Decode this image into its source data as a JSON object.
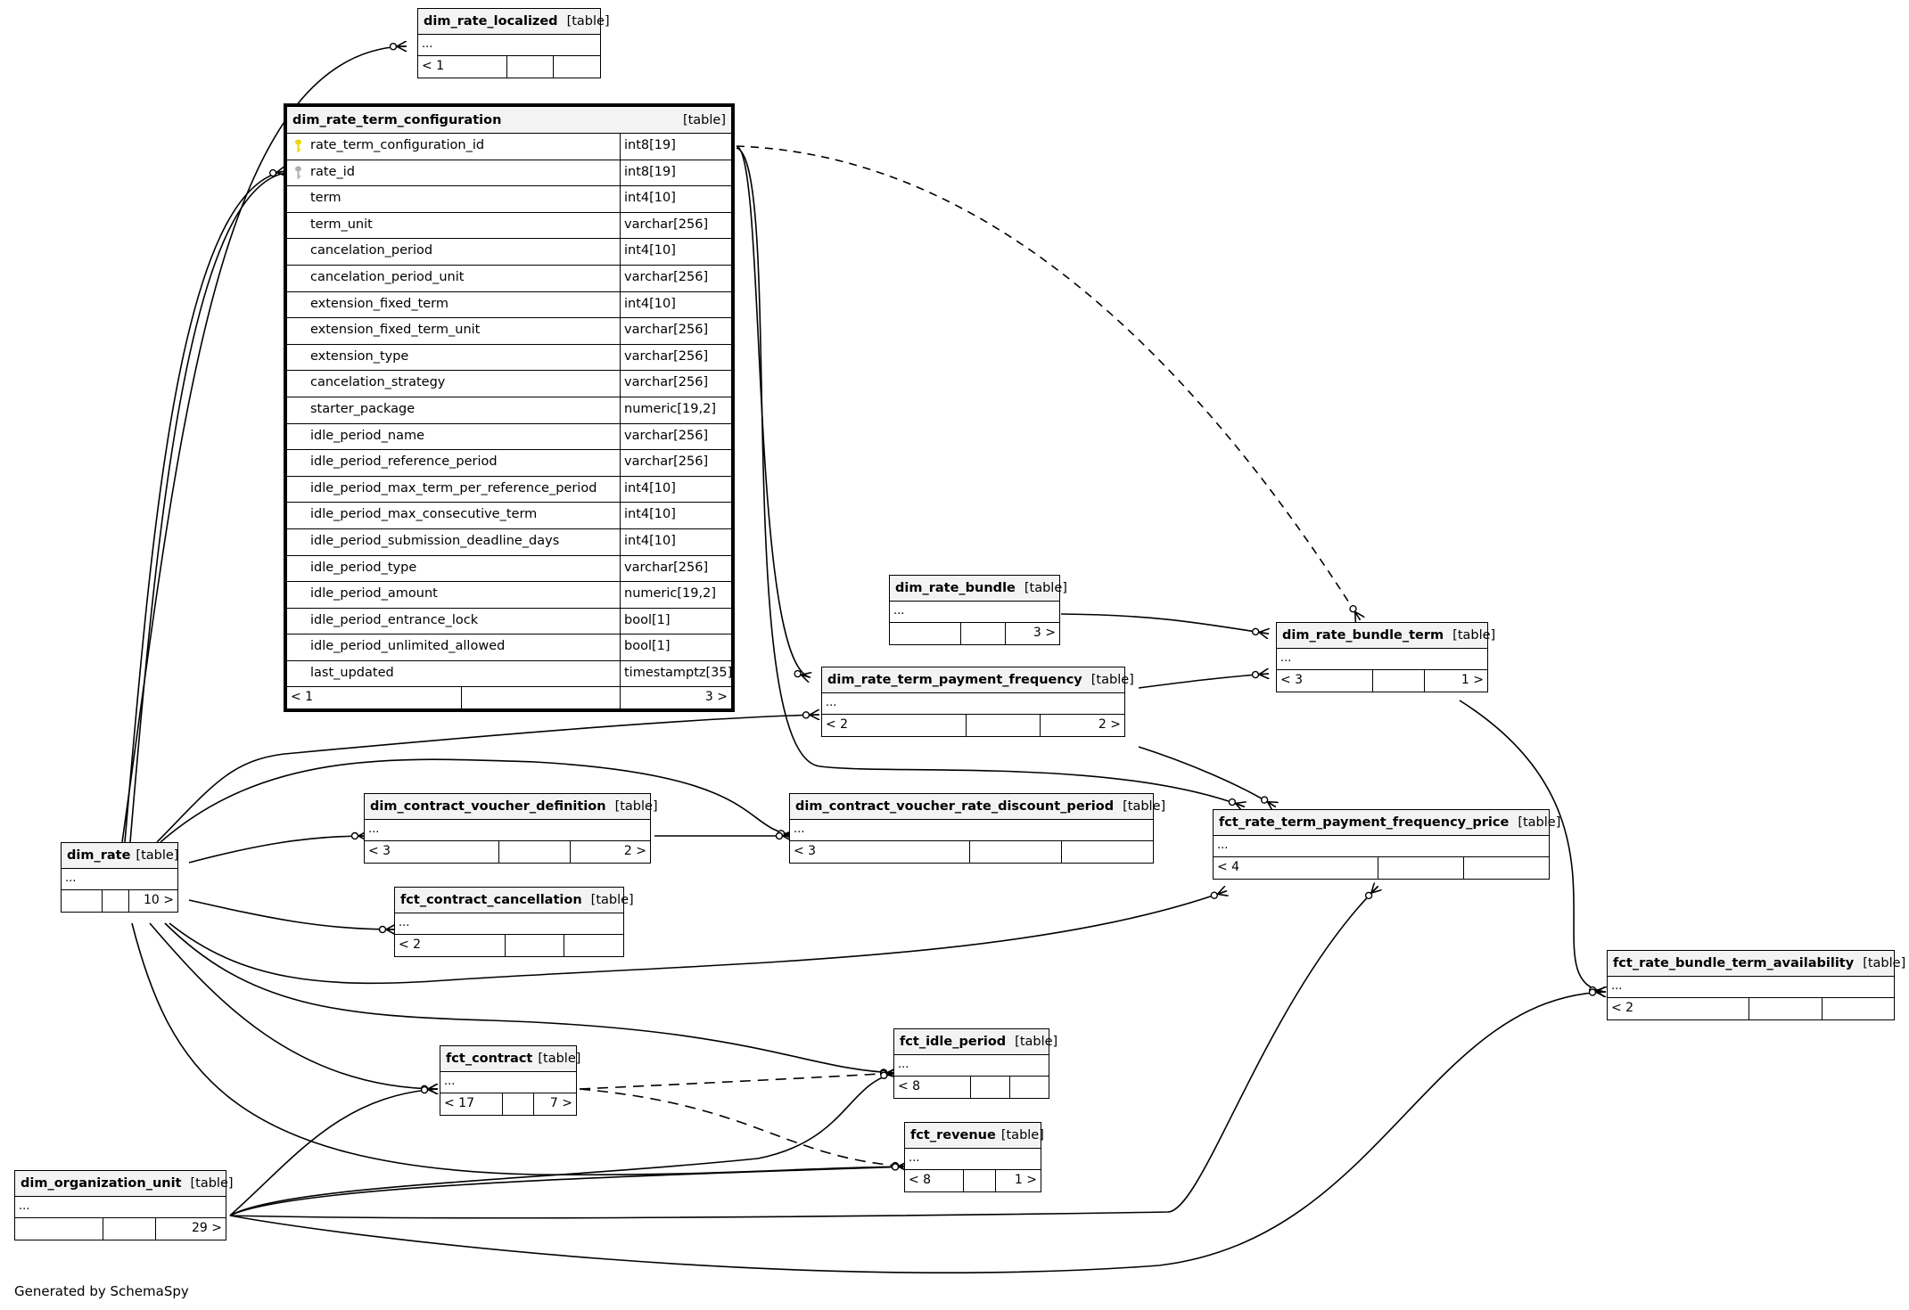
{
  "footer": "Generated by SchemaSpy",
  "type_label": "[table]",
  "ellipsis": "...",
  "focus_table": {
    "name": "dim_rate_term_configuration",
    "columns": [
      {
        "name": "rate_term_configuration_id",
        "type": "int8[19]",
        "icon": "primary-key-icon"
      },
      {
        "name": "rate_id",
        "type": "int8[19]",
        "icon": "foreign-key-icon"
      },
      {
        "name": "term",
        "type": "int4[10]"
      },
      {
        "name": "term_unit",
        "type": "varchar[256]"
      },
      {
        "name": "cancelation_period",
        "type": "int4[10]"
      },
      {
        "name": "cancelation_period_unit",
        "type": "varchar[256]"
      },
      {
        "name": "extension_fixed_term",
        "type": "int4[10]"
      },
      {
        "name": "extension_fixed_term_unit",
        "type": "varchar[256]"
      },
      {
        "name": "extension_type",
        "type": "varchar[256]"
      },
      {
        "name": "cancelation_strategy",
        "type": "varchar[256]"
      },
      {
        "name": "starter_package",
        "type": "numeric[19,2]"
      },
      {
        "name": "idle_period_name",
        "type": "varchar[256]"
      },
      {
        "name": "idle_period_reference_period",
        "type": "varchar[256]"
      },
      {
        "name": "idle_period_max_term_per_reference_period",
        "type": "int4[10]"
      },
      {
        "name": "idle_period_max_consecutive_term",
        "type": "int4[10]"
      },
      {
        "name": "idle_period_submission_deadline_days",
        "type": "int4[10]"
      },
      {
        "name": "idle_period_type",
        "type": "varchar[256]"
      },
      {
        "name": "idle_period_amount",
        "type": "numeric[19,2]"
      },
      {
        "name": "idle_period_entrance_lock",
        "type": "bool[1]"
      },
      {
        "name": "idle_period_unlimited_allowed",
        "type": "bool[1]"
      },
      {
        "name": "last_updated",
        "type": "timestamptz[35]"
      }
    ],
    "parents": "< 1",
    "children": "3 >"
  },
  "tables": {
    "dim_rate_localized": {
      "name": "dim_rate_localized",
      "parents": "< 1",
      "children": ""
    },
    "dim_rate_bundle": {
      "name": "dim_rate_bundle",
      "parents": "",
      "children": "3 >"
    },
    "dim_rate_bundle_term": {
      "name": "dim_rate_bundle_term",
      "parents": "< 3",
      "children": "1 >"
    },
    "dim_rate_term_payment_frequency": {
      "name": "dim_rate_term_payment_frequency",
      "parents": "< 2",
      "children": "2 >"
    },
    "dim_contract_voucher_definition": {
      "name": "dim_contract_voucher_definition",
      "parents": "< 3",
      "children": "2 >"
    },
    "dim_contract_voucher_rate_discount_period": {
      "name": "dim_contract_voucher_rate_discount_period",
      "parents": "< 3",
      "children": ""
    },
    "fct_rate_term_payment_frequency_price": {
      "name": "fct_rate_term_payment_frequency_price",
      "parents": "< 4",
      "children": ""
    },
    "dim_rate": {
      "name": "dim_rate",
      "parents": "",
      "children": "10 >"
    },
    "fct_contract_cancellation": {
      "name": "fct_contract_cancellation",
      "parents": "< 2",
      "children": ""
    },
    "fct_rate_bundle_term_availability": {
      "name": "fct_rate_bundle_term_availability",
      "parents": "< 2",
      "children": ""
    },
    "fct_idle_period": {
      "name": "fct_idle_period",
      "parents": "< 8",
      "children": ""
    },
    "fct_contract": {
      "name": "fct_contract",
      "parents": "< 17",
      "children": "7 >"
    },
    "fct_revenue": {
      "name": "fct_revenue",
      "parents": "< 8",
      "children": "1 >"
    },
    "dim_organization_unit": {
      "name": "dim_organization_unit",
      "parents": "",
      "children": "29 >"
    }
  },
  "relationships": [
    {
      "from": "dim_rate",
      "to": "dim_rate_localized",
      "style": "solid"
    },
    {
      "from": "dim_rate",
      "to": "dim_rate_term_configuration",
      "style": "solid"
    },
    {
      "from": "dim_rate_term_configuration",
      "to": "dim_rate_bundle_term",
      "style": "dashed"
    },
    {
      "from": "dim_rate_term_configuration",
      "to": "dim_rate_term_payment_frequency",
      "style": "solid"
    },
    {
      "from": "dim_rate_term_configuration",
      "to": "fct_rate_term_payment_frequency_price",
      "style": "solid"
    },
    {
      "from": "dim_rate_bundle",
      "to": "dim_rate_bundle_term",
      "style": "solid"
    },
    {
      "from": "dim_rate_term_payment_frequency",
      "to": "dim_rate_bundle_term",
      "style": "solid"
    },
    {
      "from": "dim_rate_term_payment_frequency",
      "to": "fct_rate_term_payment_frequency_price",
      "style": "solid"
    },
    {
      "from": "dim_rate",
      "to": "dim_rate_term_payment_frequency",
      "style": "solid"
    },
    {
      "from": "dim_rate",
      "to": "dim_contract_voucher_rate_discount_period",
      "style": "solid"
    },
    {
      "from": "dim_rate",
      "to": "dim_contract_voucher_definition",
      "style": "solid"
    },
    {
      "from": "dim_contract_voucher_definition",
      "to": "dim_contract_voucher_rate_discount_period",
      "style": "solid"
    },
    {
      "from": "dim_rate",
      "to": "fct_contract_cancellation",
      "style": "solid"
    },
    {
      "from": "dim_rate",
      "to": "fct_rate_term_payment_frequency_price",
      "style": "solid"
    },
    {
      "from": "dim_rate_bundle_term",
      "to": "fct_rate_bundle_term_availability",
      "style": "solid"
    },
    {
      "from": "dim_rate",
      "to": "fct_idle_period",
      "style": "solid"
    },
    {
      "from": "dim_rate",
      "to": "fct_contract",
      "style": "solid"
    },
    {
      "from": "dim_rate",
      "to": "fct_revenue",
      "style": "solid"
    },
    {
      "from": "fct_contract",
      "to": "fct_idle_period",
      "style": "dashed"
    },
    {
      "from": "fct_contract",
      "to": "fct_revenue",
      "style": "dashed"
    },
    {
      "from": "dim_organization_unit",
      "to": "fct_contract",
      "style": "solid"
    },
    {
      "from": "dim_organization_unit",
      "to": "fct_idle_period",
      "style": "solid"
    },
    {
      "from": "dim_organization_unit",
      "to": "fct_revenue",
      "style": "solid"
    },
    {
      "from": "dim_organization_unit",
      "to": "fct_rate_term_payment_frequency_price",
      "style": "solid"
    },
    {
      "from": "dim_organization_unit",
      "to": "fct_rate_bundle_term_availability",
      "style": "solid"
    }
  ]
}
